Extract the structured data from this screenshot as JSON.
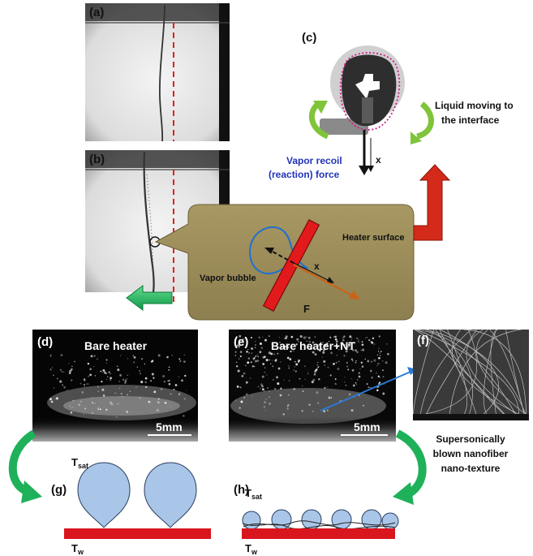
{
  "panels": {
    "a": {
      "label": "(a)"
    },
    "b": {
      "label": "(b)"
    },
    "c": {
      "label": "(c)",
      "liquid_text": [
        "Liquid moving to",
        "the interface"
      ],
      "recoil_text": [
        "Vapor recoil",
        "(reaction) force"
      ],
      "axis_x": "x"
    },
    "d": {
      "label": "(d)",
      "title": "Bare heater",
      "scale": "5mm"
    },
    "e": {
      "label": "(e)",
      "title": "Bare heater+NT",
      "scale": "5mm"
    },
    "f": {
      "label": "(f)",
      "caption": [
        "Supersonically",
        "blown nanofiber",
        "nano-texture"
      ]
    },
    "g": {
      "label": "(g)",
      "t_sat": "T",
      "t_sat_sub": "sat",
      "t_w": "T",
      "t_w_sub": "w"
    },
    "h": {
      "label": "(h)",
      "t_sat": "T",
      "t_sat_sub": "sat",
      "t_w": "T",
      "t_w_sub": "w"
    }
  },
  "callout": {
    "heater_surface": "Heater surface",
    "vapor_bubble": "Vapor bubble",
    "axis_x": "x",
    "force": "F"
  },
  "colors": {
    "callout_fill": "#9f8f5c",
    "heater_red": "#d9151e",
    "bubble_blue": "#a9c6e8",
    "arrow_green": "#1fb15a",
    "arrow_red": "#d42a1a",
    "recoil_blue": "#2233bb",
    "force_orange": "#c8641a"
  }
}
